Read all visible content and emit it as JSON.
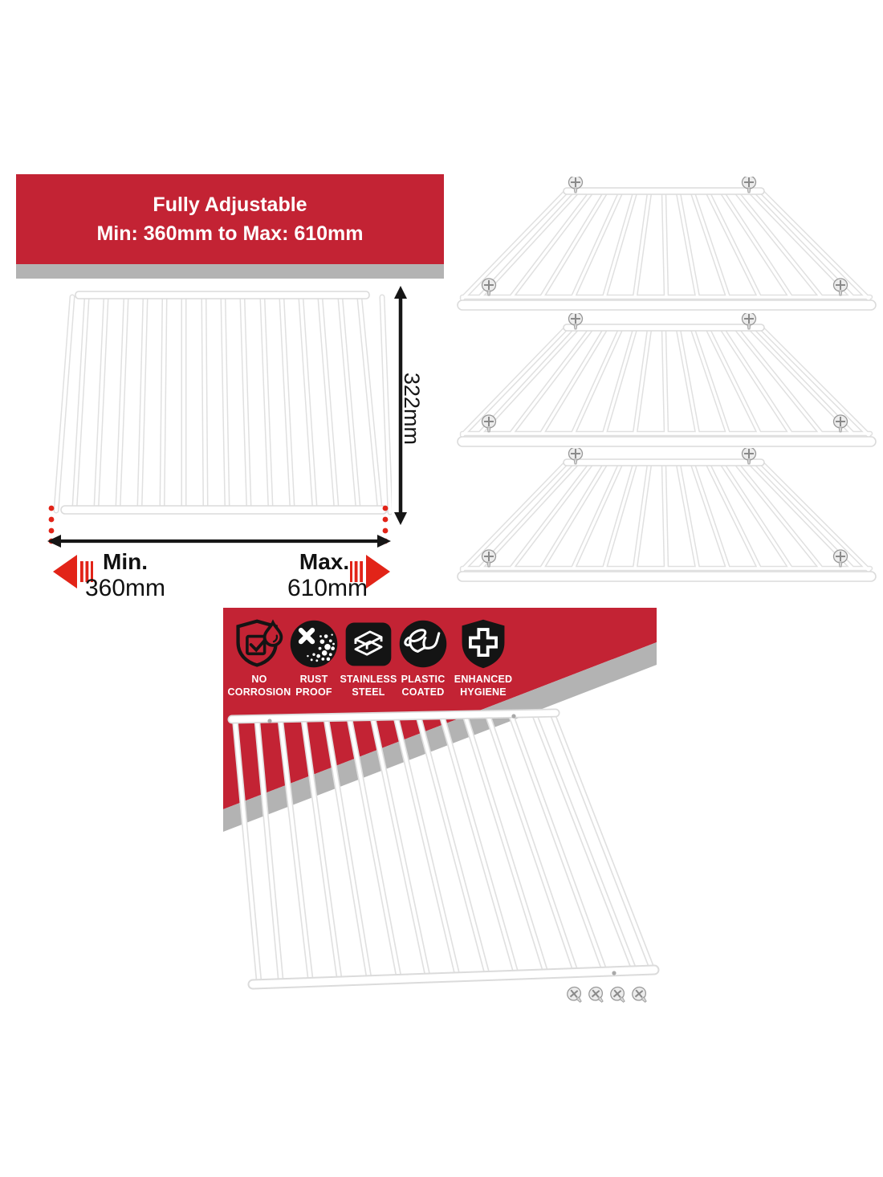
{
  "top_banner": {
    "line1": "Fully Adjustable",
    "line2": "Min: 360mm to Max: 610mm"
  },
  "dimension_diagram": {
    "height_label": "322mm",
    "min_label": "Min.",
    "min_value": "360mm",
    "max_label": "Max.",
    "max_value": "610mm"
  },
  "features": [
    {
      "icon": "no-corrosion-shield-icon",
      "line1": "NO",
      "line2": "CORROSION"
    },
    {
      "icon": "rust-proof-icon",
      "line1": "RUST",
      "line2": "PROOF"
    },
    {
      "icon": "stainless-steel-icon",
      "line1": "STAINLESS",
      "line2": "STEEL"
    },
    {
      "icon": "plastic-coated-icon",
      "line1": "PLASTIC",
      "line2": "COATED"
    },
    {
      "icon": "enhanced-hygiene-icon",
      "line1": "ENHANCED",
      "line2": "HYGIENE"
    }
  ],
  "products": {
    "perspective_shelf_count": 3,
    "front_view_shelf_count": 1,
    "large_shelf_count": 1,
    "screw_count": 4
  },
  "colors": {
    "banner_red": "#C32334",
    "bright_red": "#E22418",
    "shadow_gray": "#B3B3B3",
    "icon_black": "#141414",
    "text_black": "#161616",
    "wire_gray": "#E0E0E0"
  }
}
